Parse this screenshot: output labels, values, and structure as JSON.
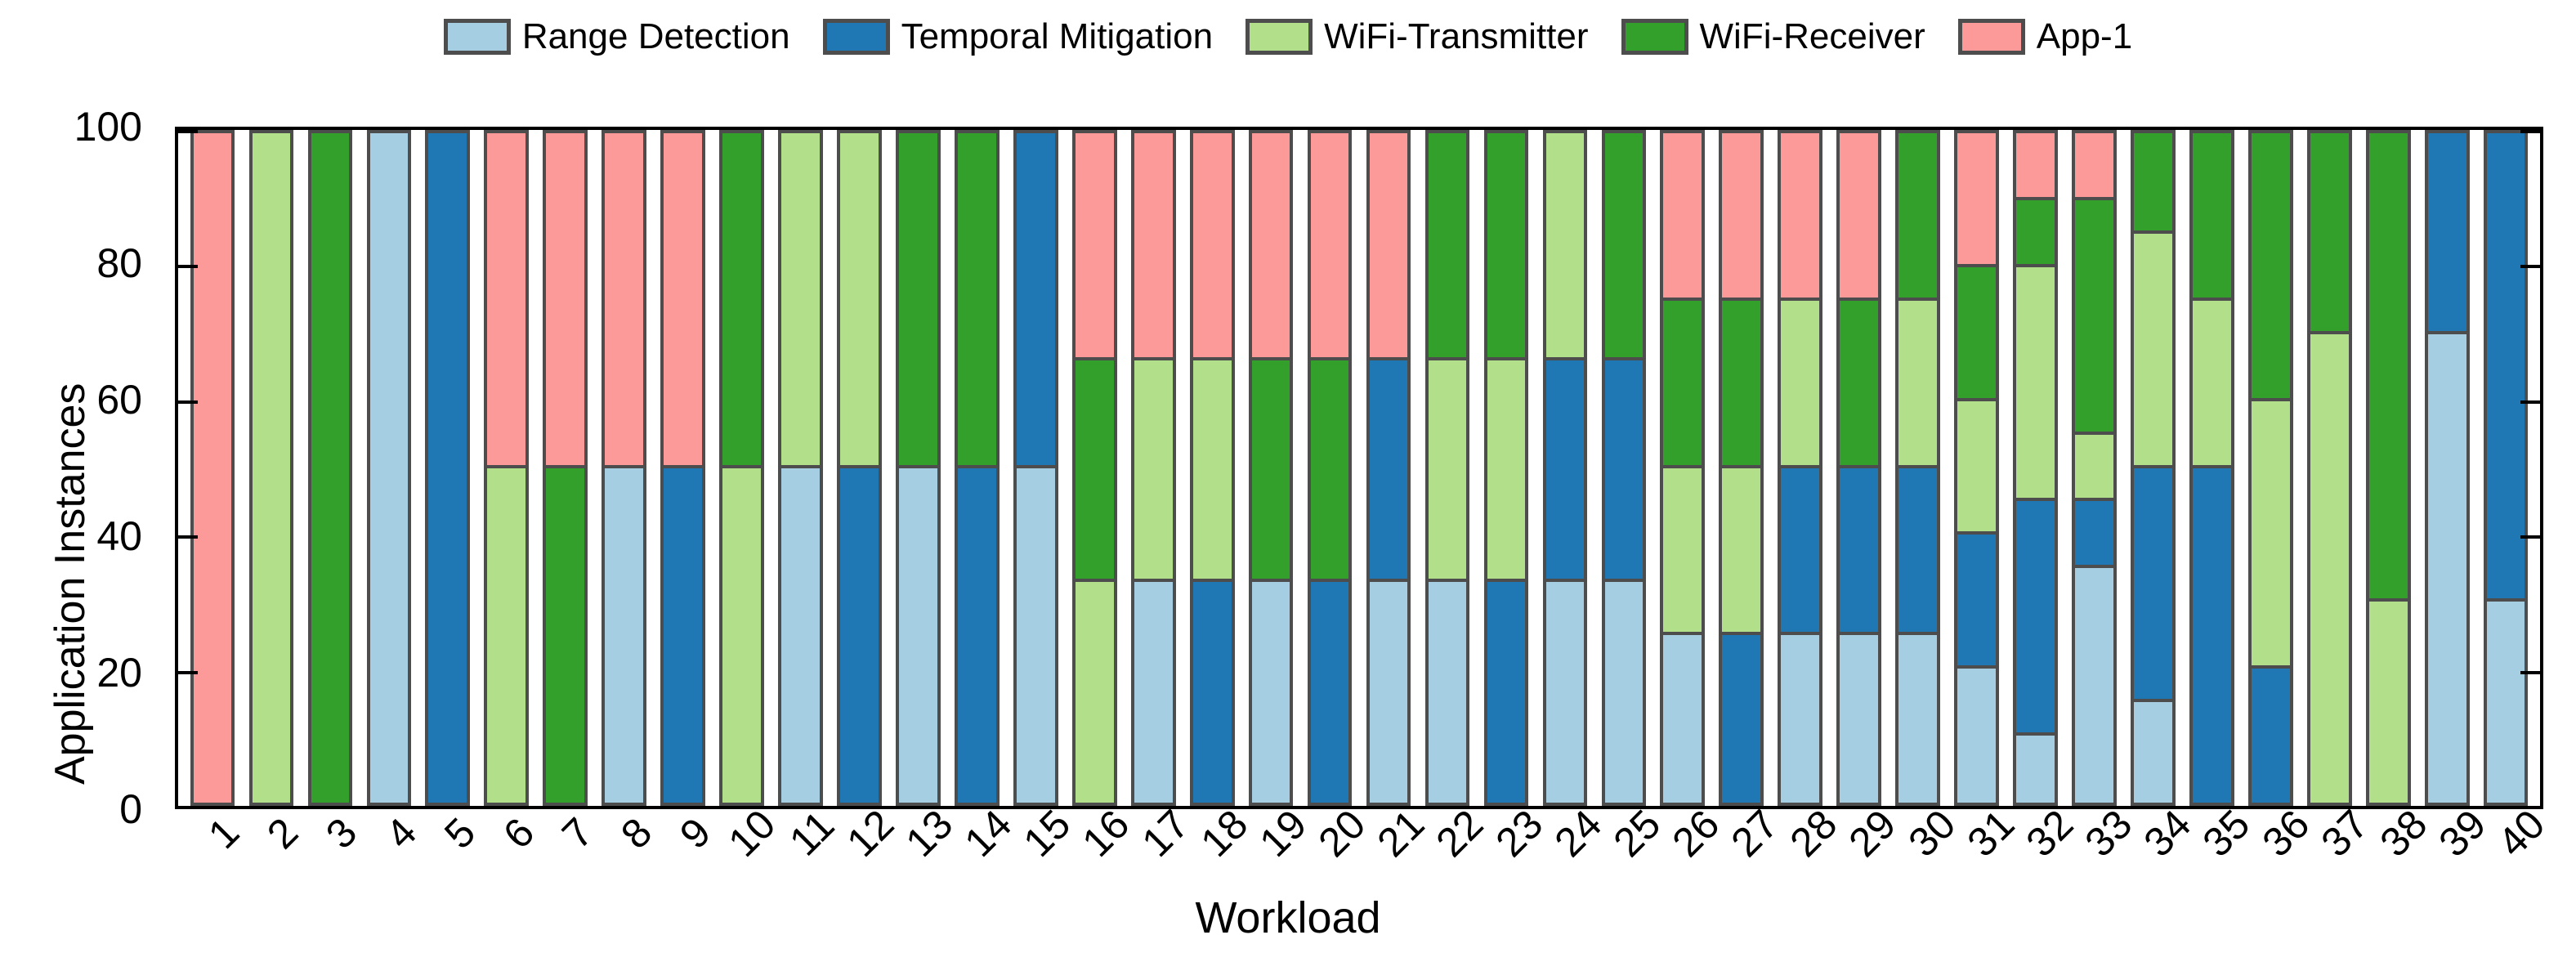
{
  "chart_data": {
    "type": "bar",
    "stacked": true,
    "title": "",
    "xlabel": "Workload",
    "ylabel": "Application Instances",
    "ylim": [
      0,
      100
    ],
    "yticks": [
      0,
      20,
      40,
      60,
      80,
      100
    ],
    "grid": false,
    "legend_position": "top-center",
    "categories": [
      "1",
      "2",
      "3",
      "4",
      "5",
      "6",
      "7",
      "8",
      "9",
      "10",
      "11",
      "12",
      "13",
      "14",
      "15",
      "16",
      "17",
      "18",
      "19",
      "20",
      "21",
      "22",
      "23",
      "24",
      "25",
      "26",
      "27",
      "28",
      "29",
      "30",
      "31",
      "32",
      "33",
      "34",
      "35",
      "36",
      "37",
      "38",
      "39",
      "40"
    ],
    "series": [
      {
        "name": "Range Detection",
        "color": "#a6cee3",
        "values": [
          0,
          0,
          0,
          100,
          0,
          0,
          0,
          50,
          0,
          0,
          50,
          0,
          50,
          0,
          50,
          0,
          33,
          0,
          33,
          0,
          33,
          33,
          0,
          33,
          33,
          25,
          0,
          25,
          25,
          25,
          20,
          10,
          35,
          15,
          0,
          0,
          0,
          0,
          70,
          30
        ]
      },
      {
        "name": "Temporal Mitigation",
        "color": "#1f78b4",
        "values": [
          0,
          0,
          0,
          0,
          100,
          0,
          0,
          0,
          50,
          0,
          0,
          50,
          0,
          50,
          50,
          0,
          0,
          33,
          0,
          33,
          33,
          0,
          33,
          33,
          33,
          0,
          25,
          25,
          25,
          25,
          20,
          35,
          10,
          35,
          50,
          20,
          0,
          0,
          30,
          70
        ]
      },
      {
        "name": "WiFi-Transmitter",
        "color": "#b2df8a",
        "values": [
          0,
          100,
          0,
          0,
          0,
          50,
          0,
          0,
          0,
          50,
          50,
          50,
          0,
          0,
          0,
          33,
          33,
          33,
          0,
          0,
          0,
          33,
          33,
          34,
          0,
          25,
          25,
          25,
          0,
          25,
          20,
          35,
          10,
          35,
          25,
          40,
          70,
          30,
          0,
          0
        ]
      },
      {
        "name": "WiFi-Receiver",
        "color": "#33a02c",
        "values": [
          0,
          0,
          100,
          0,
          0,
          0,
          50,
          0,
          0,
          50,
          0,
          0,
          50,
          50,
          0,
          33,
          0,
          0,
          33,
          33,
          0,
          34,
          34,
          0,
          34,
          25,
          25,
          0,
          25,
          25,
          20,
          10,
          35,
          15,
          25,
          40,
          30,
          70,
          0,
          0
        ]
      },
      {
        "name": "App-1",
        "color": "#fb9a99",
        "values": [
          100,
          0,
          0,
          0,
          0,
          50,
          50,
          50,
          50,
          0,
          0,
          0,
          0,
          0,
          0,
          34,
          34,
          34,
          34,
          34,
          34,
          0,
          0,
          0,
          0,
          25,
          25,
          25,
          25,
          0,
          20,
          10,
          10,
          0,
          0,
          0,
          0,
          0,
          0,
          0
        ]
      }
    ]
  },
  "legend": {
    "items": [
      {
        "label": "Range Detection",
        "color": "#a6cee3"
      },
      {
        "label": "Temporal Mitigation",
        "color": "#1f78b4"
      },
      {
        "label": "WiFi-Transmitter",
        "color": "#b2df8a"
      },
      {
        "label": "WiFi-Receiver",
        "color": "#33a02c"
      },
      {
        "label": "App-1",
        "color": "#fb9a99"
      }
    ]
  },
  "axes": {
    "y_title": "Application Instances",
    "x_title": "Workload",
    "y_ticks": [
      "0",
      "20",
      "40",
      "60",
      "80",
      "100"
    ]
  },
  "style": {
    "edge_color": "#4d4d4d",
    "axis_color": "#000000",
    "background": "#ffffff"
  }
}
